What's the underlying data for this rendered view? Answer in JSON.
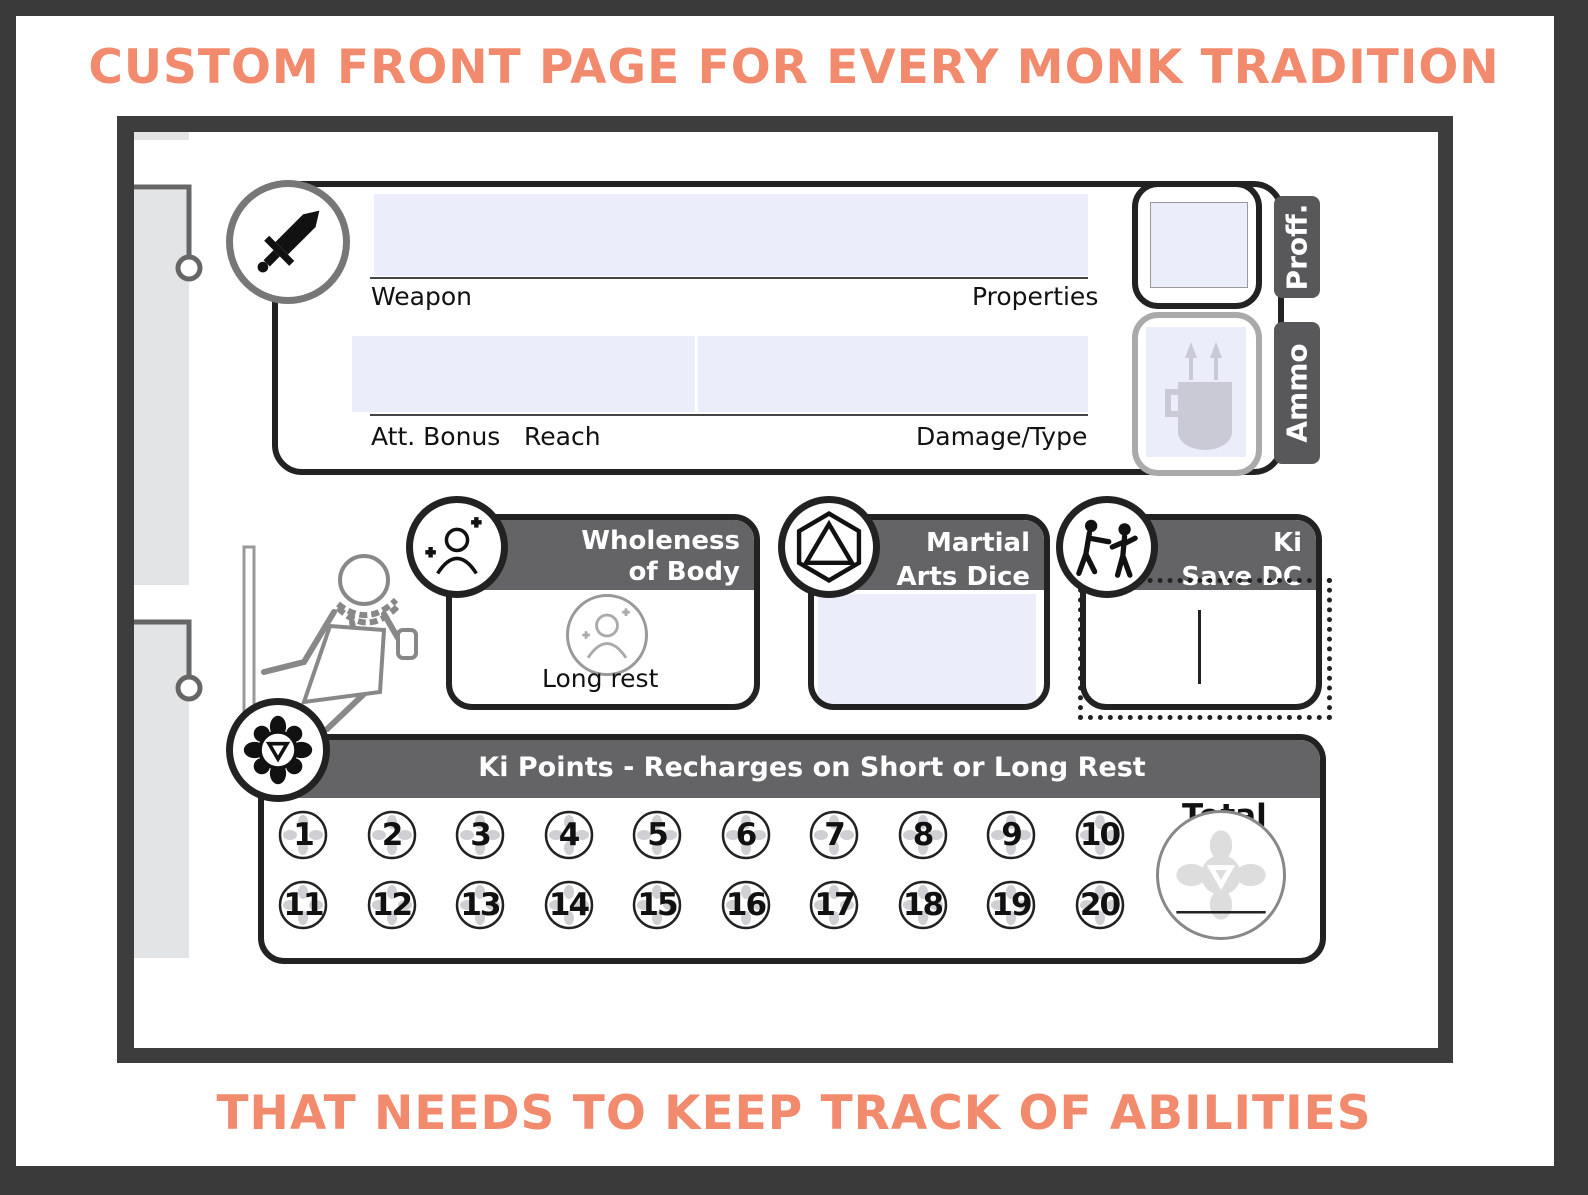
{
  "headline_top": "CUSTOM FRONT PAGE FOR EVERY MONK TRADITION",
  "headline_bottom": "THAT NEEDS TO KEEP TRACK OF ABILITIES",
  "colors": {
    "accent": "#f28a6e",
    "frame": "#3d3d3d",
    "header_bar": "#646466",
    "field_fill": "#ecedfa",
    "line": "#222222"
  },
  "weapon": {
    "icon": "sword-icon",
    "weapon_label": "Weapon",
    "properties_label": "Properties",
    "att_bonus_label": "Att. Bonus",
    "reach_label": "Reach",
    "damage_label": "Damage/Type",
    "proff_tab": "Proff.",
    "ammo_tab": "Ammo",
    "ammo_icon": "quiver-icon"
  },
  "wholeness": {
    "title_line1": "Wholeness",
    "title_line2": "of Body",
    "icon": "heal-person-icon",
    "rest_label": "Long rest"
  },
  "martial": {
    "title_line1": "Martial",
    "title_line2": "Arts Dice",
    "icon": "d20-icon"
  },
  "ki_save": {
    "title_line1": "Ki",
    "title_line2": "Save DC",
    "icon": "fighters-icon"
  },
  "ki_points": {
    "title": "Ki Points - Recharges on Short or Long Rest",
    "icon": "lotus-icon",
    "total_label": "Total",
    "row1": [
      "1",
      "2",
      "3",
      "4",
      "5",
      "6",
      "7",
      "8",
      "9",
      "10"
    ],
    "row2": [
      "11",
      "12",
      "13",
      "14",
      "15",
      "16",
      "17",
      "18",
      "19",
      "20"
    ]
  }
}
